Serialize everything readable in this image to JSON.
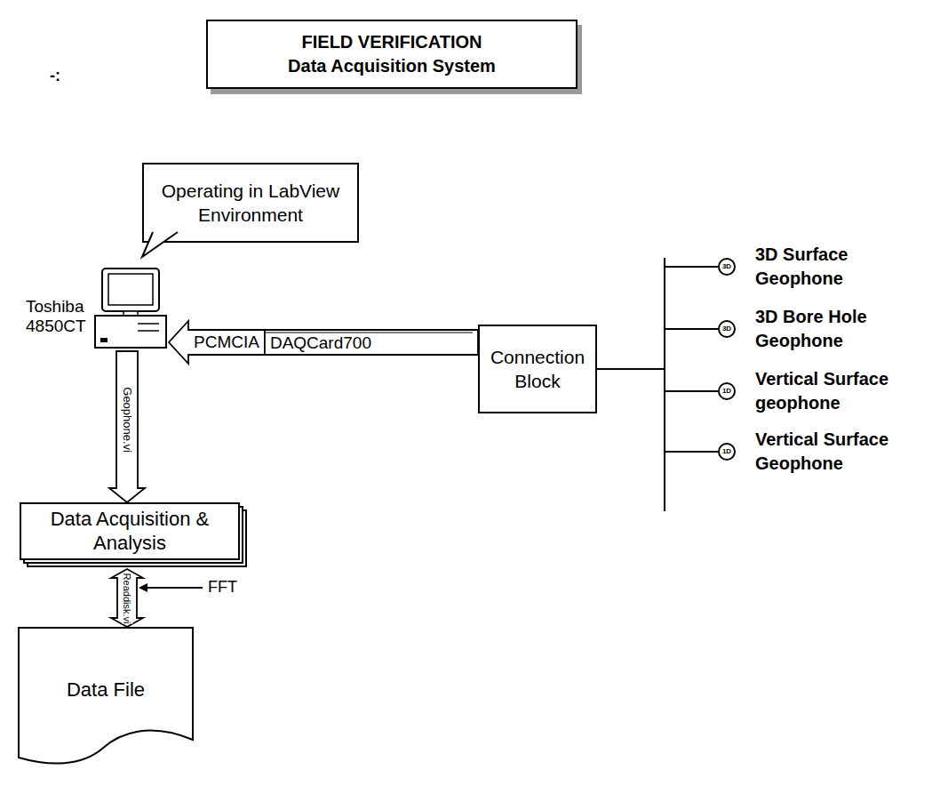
{
  "diagram": {
    "title": "FIELD VERIFICATION Data Acquisition System",
    "nodes": [
      {
        "text": [
          "Operating in LabView Environment"
        ]
      },
      {
        "text": [
          "Toshiba 4850CT"
        ]
      },
      {
        "text": [
          "Connection Block"
        ]
      },
      {
        "text": [
          "3D",
          "3D Surface Geophone"
        ]
      },
      {
        "text": [
          "3D",
          "3D Bore Hole Geophone"
        ]
      },
      {
        "text": [
          "1D",
          "Vertical Surface geophone"
        ]
      },
      {
        "text": [
          "1D",
          "Vertical Surface Geophone"
        ]
      },
      {
        "text": [
          "Data Acquisition & Analysis"
        ]
      },
      {
        "text": [
          "Data File"
        ]
      }
    ],
    "edges": [
      {
        "from": 2,
        "to": 1,
        "arrow": "to",
        "label": "PCMCIA"
      },
      {
        "from": 2,
        "to": 3,
        "arrow": "none"
      },
      {
        "from": 2,
        "to": 4,
        "arrow": "none"
      },
      {
        "from": 2,
        "to": 5,
        "arrow": "none"
      },
      {
        "from": 2,
        "to": 6,
        "arrow": "none"
      },
      {
        "from": 1,
        "to": 7,
        "arrow": "to",
        "label": "Geophone.vi"
      },
      {
        "from": 7,
        "to": 8,
        "arrow": "both",
        "label": "Readdisk.vi"
      }
    ],
    "labels": [
      "-:",
      "DAQCard700",
      "FFT"
    ]
  }
}
